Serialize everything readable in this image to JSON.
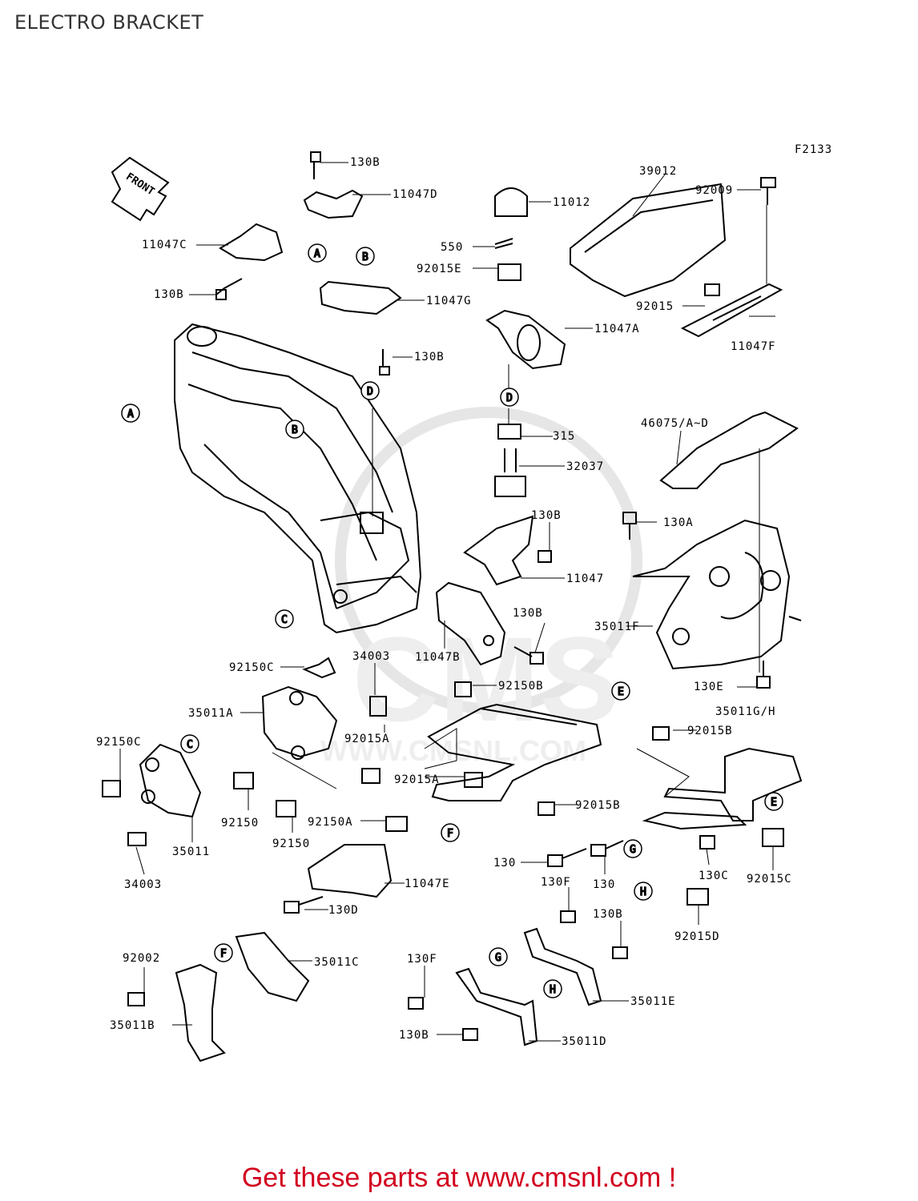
{
  "page": {
    "title": "ELECTRO BRACKET",
    "figure_code": "F2133",
    "footer": "Get these parts at www.cmsnl.com !",
    "footer_color": "#d2001e"
  },
  "front_arrow": "FRONT",
  "watermark": {
    "text": "CMS",
    "url": "WWW.CMSNL.COM"
  },
  "parts": [
    "130B",
    "11047D",
    "11047C",
    "130B",
    "11047G",
    "130B",
    "11012",
    "550",
    "92015E",
    "11047A",
    "39012",
    "92009",
    "92015",
    "11047F",
    "315",
    "32037",
    "130B",
    "11047",
    "46075/A~D",
    "130A",
    "130B",
    "11047B",
    "35011F",
    "130E",
    "92150C",
    "34003",
    "92150B",
    "35011A",
    "92015A",
    "35011G/H",
    "92150C",
    "92015B",
    "92015A",
    "92150",
    "92150A",
    "92015B",
    "35011",
    "92150",
    "34003",
    "130",
    "130",
    "130C",
    "92015C",
    "11047E",
    "130D",
    "130F",
    "130B",
    "92015D",
    "92002",
    "35011C",
    "130F",
    "35011E",
    "35011B",
    "130B",
    "35011D"
  ],
  "refs": [
    "A",
    "A",
    "B",
    "B",
    "D",
    "D",
    "C",
    "C",
    "E",
    "E",
    "F",
    "F",
    "G",
    "G",
    "H",
    "H"
  ],
  "colors": {
    "ink": "#000000",
    "watermark": "#e6e6e6",
    "title": "#333333"
  }
}
